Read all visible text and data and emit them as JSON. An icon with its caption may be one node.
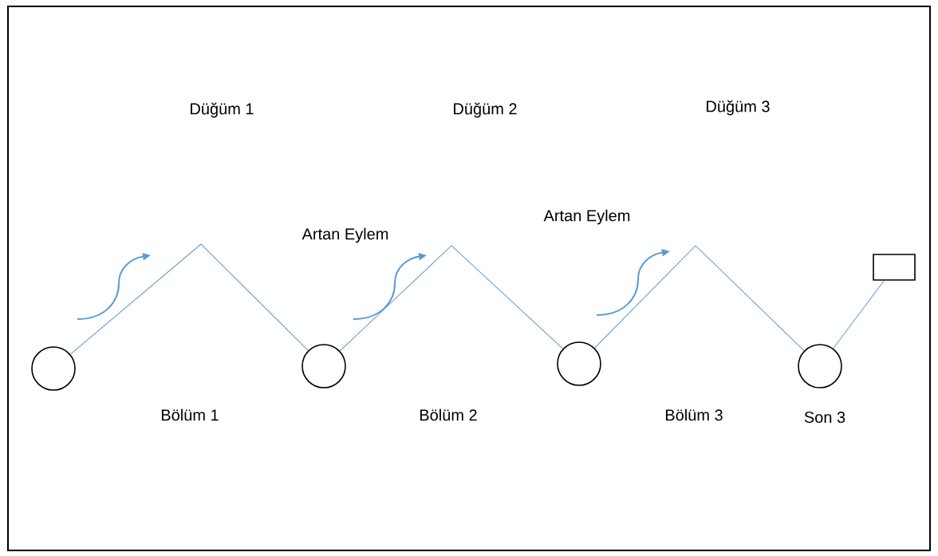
{
  "diagram": {
    "nodes": [
      {
        "text": [],
        "shape": "circle"
      },
      {
        "text": [],
        "shape": "circle"
      },
      {
        "text": [],
        "shape": "circle"
      },
      {
        "text": [],
        "shape": "circle",
        "beside": [
          "Son 3"
        ]
      },
      {
        "text": [],
        "shape": "box"
      }
    ],
    "edges": [
      {
        "from": 0,
        "to": 1,
        "arrow": "none"
      },
      {
        "from": 1,
        "to": 2,
        "arrow": "none"
      },
      {
        "from": 2,
        "to": 3,
        "arrow": "none"
      },
      {
        "from": 3,
        "to": 4,
        "arrow": "none"
      }
    ],
    "labels": [
      "Düğüm 1",
      "Düğüm 2",
      "Düğüm 3",
      "Artan Eylem",
      "Artan Eylem",
      "Bölüm 1",
      "Bölüm 2",
      "Bölüm 3"
    ]
  }
}
